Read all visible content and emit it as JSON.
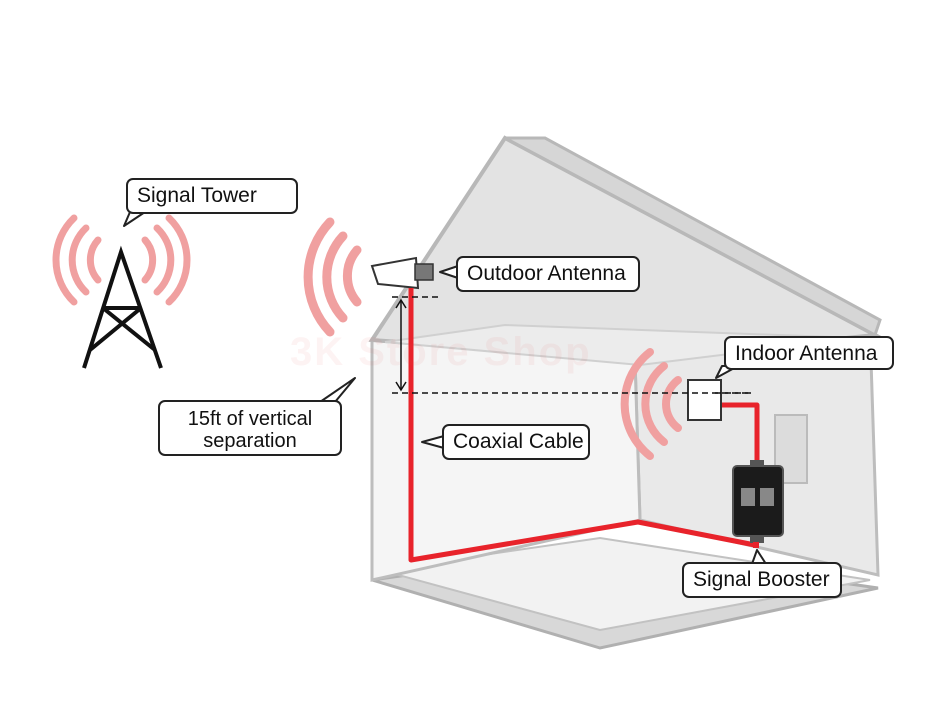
{
  "labels": {
    "signal_tower": "Signal Tower",
    "outdoor_antenna": "Outdoor Antenna",
    "indoor_antenna": "Indoor Antenna",
    "vertical_separation_line1": "15ft of vertical",
    "vertical_separation_line2": "separation",
    "coaxial_cable": "Coaxial Cable",
    "signal_booster": "Signal Booster"
  },
  "watermark": "3K Store Shop",
  "colors": {
    "cable": "#e8232b",
    "signal_wave": "#f0a0a0",
    "house_roof": "#e6e6e6",
    "house_wall": "#eeeeee",
    "house_outline": "#b5b5b5",
    "tower": "#111111"
  }
}
